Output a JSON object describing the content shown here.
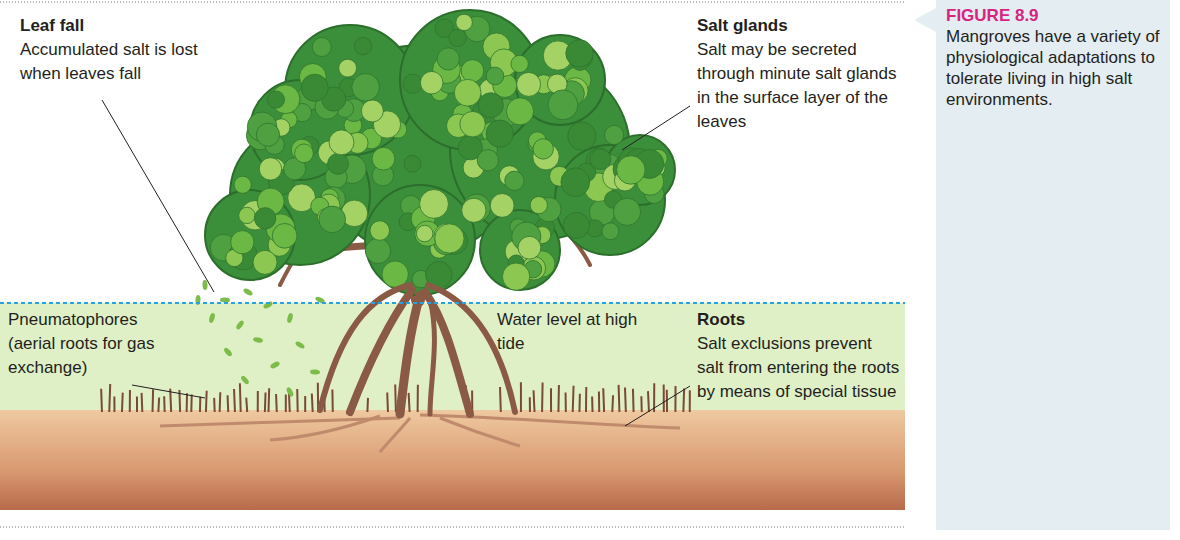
{
  "diagram": {
    "title": "FIGURE 8.9",
    "caption": "Mangroves have a variety of physiological adaptations to tolerate living in high salt environments.",
    "labels": [
      "Leaf fall",
      "Accumulated salt is lost when leaves fall",
      "Salt glands",
      "Salt may be secreted through minute salt glands in the surface layer of the leaves",
      "Pneumatophores (aerial roots for gas exchange)",
      "Water level at high tide",
      "Roots",
      "Salt exclusions prevent salt from entering the roots by means of special tissue"
    ]
  }
}
